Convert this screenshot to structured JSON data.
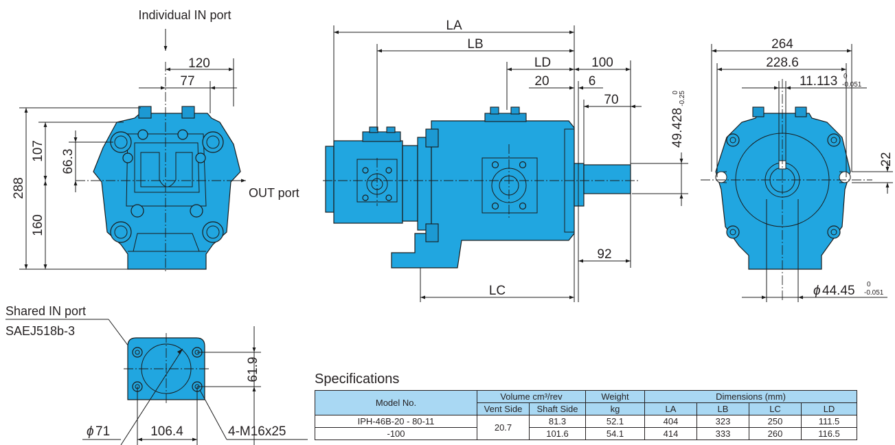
{
  "diagram": {
    "front_view": {
      "individual_in_port": "Individual IN port",
      "out_port": "OUT port",
      "dims": {
        "d120": "120",
        "d77": "77",
        "d288": "288",
        "d107": "107",
        "d66": "66.3",
        "d160": "160"
      }
    },
    "side_view": {
      "dims": {
        "la": "LA",
        "lb": "LB",
        "ld": "LD",
        "lc": "LC",
        "d100": "100",
        "d20": "20",
        "d6": "6",
        "d70": "70",
        "d92": "92",
        "d49": "49.428",
        "d49_tol_upper": "0",
        "d49_tol_lower": "-0.25"
      }
    },
    "rear_view": {
      "dims": {
        "d264": "264",
        "d228": "228.6",
        "d11": "11.113",
        "d11_tol_upper": "0",
        "d11_tol_lower": "-0.051",
        "d22": "22",
        "d44": "44.45",
        "d44_tol_upper": "0",
        "d44_tol_lower": "-0.051",
        "phi": "ϕ"
      }
    },
    "flange": {
      "shared_in_port": "Shared IN port",
      "spec": "SAEJ518b-3",
      "d619": "61.9",
      "d71": "71",
      "phi": "ϕ",
      "d1064": "106.4",
      "bolts": "4-M16x25"
    }
  },
  "specifications": {
    "title": "Specifications",
    "headers": {
      "model": "Model No.",
      "volume": "Volume cm³/rev",
      "vent": "Vent Side",
      "shaft": "Shaft Side",
      "weight": "Weight",
      "weight_unit": "kg",
      "dimensions": "Dimensions (mm)",
      "la": "LA",
      "lb": "LB",
      "lc": "LC",
      "ld": "LD"
    },
    "rows": [
      {
        "model": "IPH-46B-20  -  80-11",
        "vent": "",
        "shaft": "81.3",
        "weight": "52.1",
        "la": "404",
        "lb": "323",
        "lc": "250",
        "ld": "111.5"
      },
      {
        "model": "-100",
        "vent": "20.7",
        "shaft": "101.6",
        "weight": "54.1",
        "la": "414",
        "lb": "333",
        "lc": "260",
        "ld": "116.5"
      }
    ]
  }
}
